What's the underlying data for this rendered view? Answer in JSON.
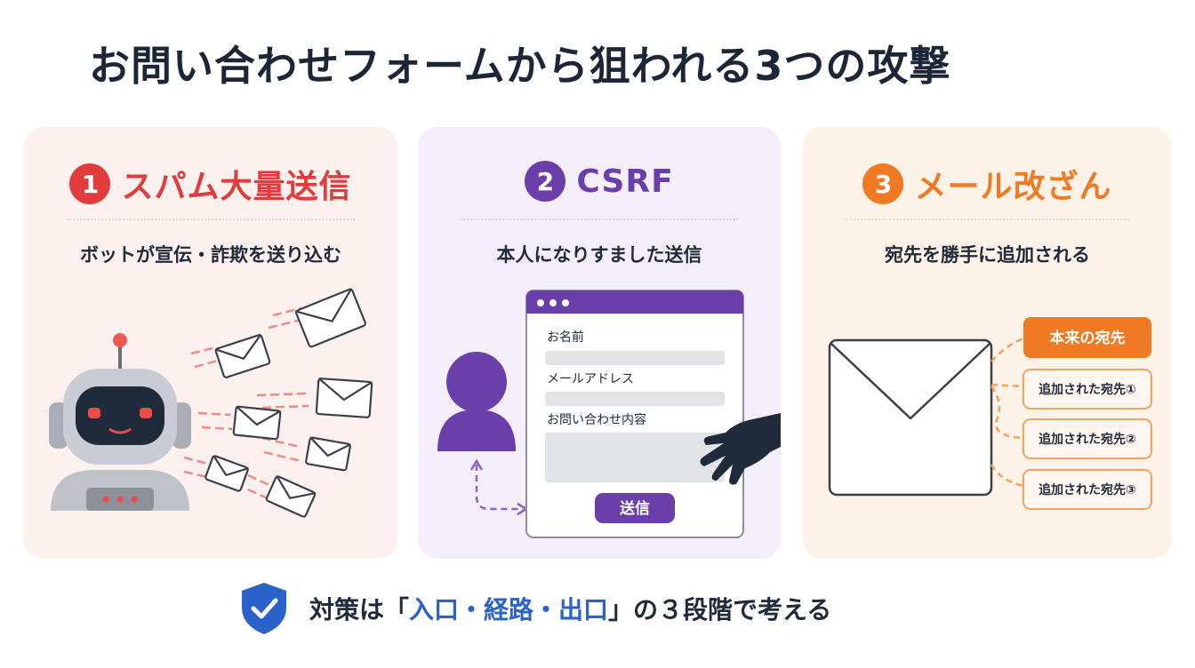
{
  "title": "お問い合わせフォームから狙われる3つの攻撃",
  "cards": [
    {
      "number": "1",
      "title": "スパム大量送信",
      "subtitle": "ボットが宣伝・詐欺を送り込む",
      "color": "#e23b3b",
      "icon": "robot-icon"
    },
    {
      "number": "2",
      "title": "CSRF",
      "subtitle": "本人になりすました送信",
      "color": "#6b3fa9",
      "icon": "person-icon",
      "form": {
        "name_label": "お名前",
        "email_label": "メールアドレス",
        "message_label": "お問い合わせ内容",
        "submit_label": "送信"
      }
    },
    {
      "number": "3",
      "title": "メール改ざん",
      "subtitle": "宛先を勝手に追加される",
      "color": "#f07a24",
      "icon": "envelope-icon",
      "recipients": {
        "original": "本来の宛先",
        "added": [
          "追加された宛先①",
          "追加された宛先②",
          "追加された宛先③"
        ]
      }
    }
  ],
  "footer": {
    "icon": "shield-check-icon",
    "prefix": "対策は「",
    "highlight": "入口・経路・出口",
    "suffix": "」の３段階で考える",
    "highlight_color": "#2b62c9"
  }
}
